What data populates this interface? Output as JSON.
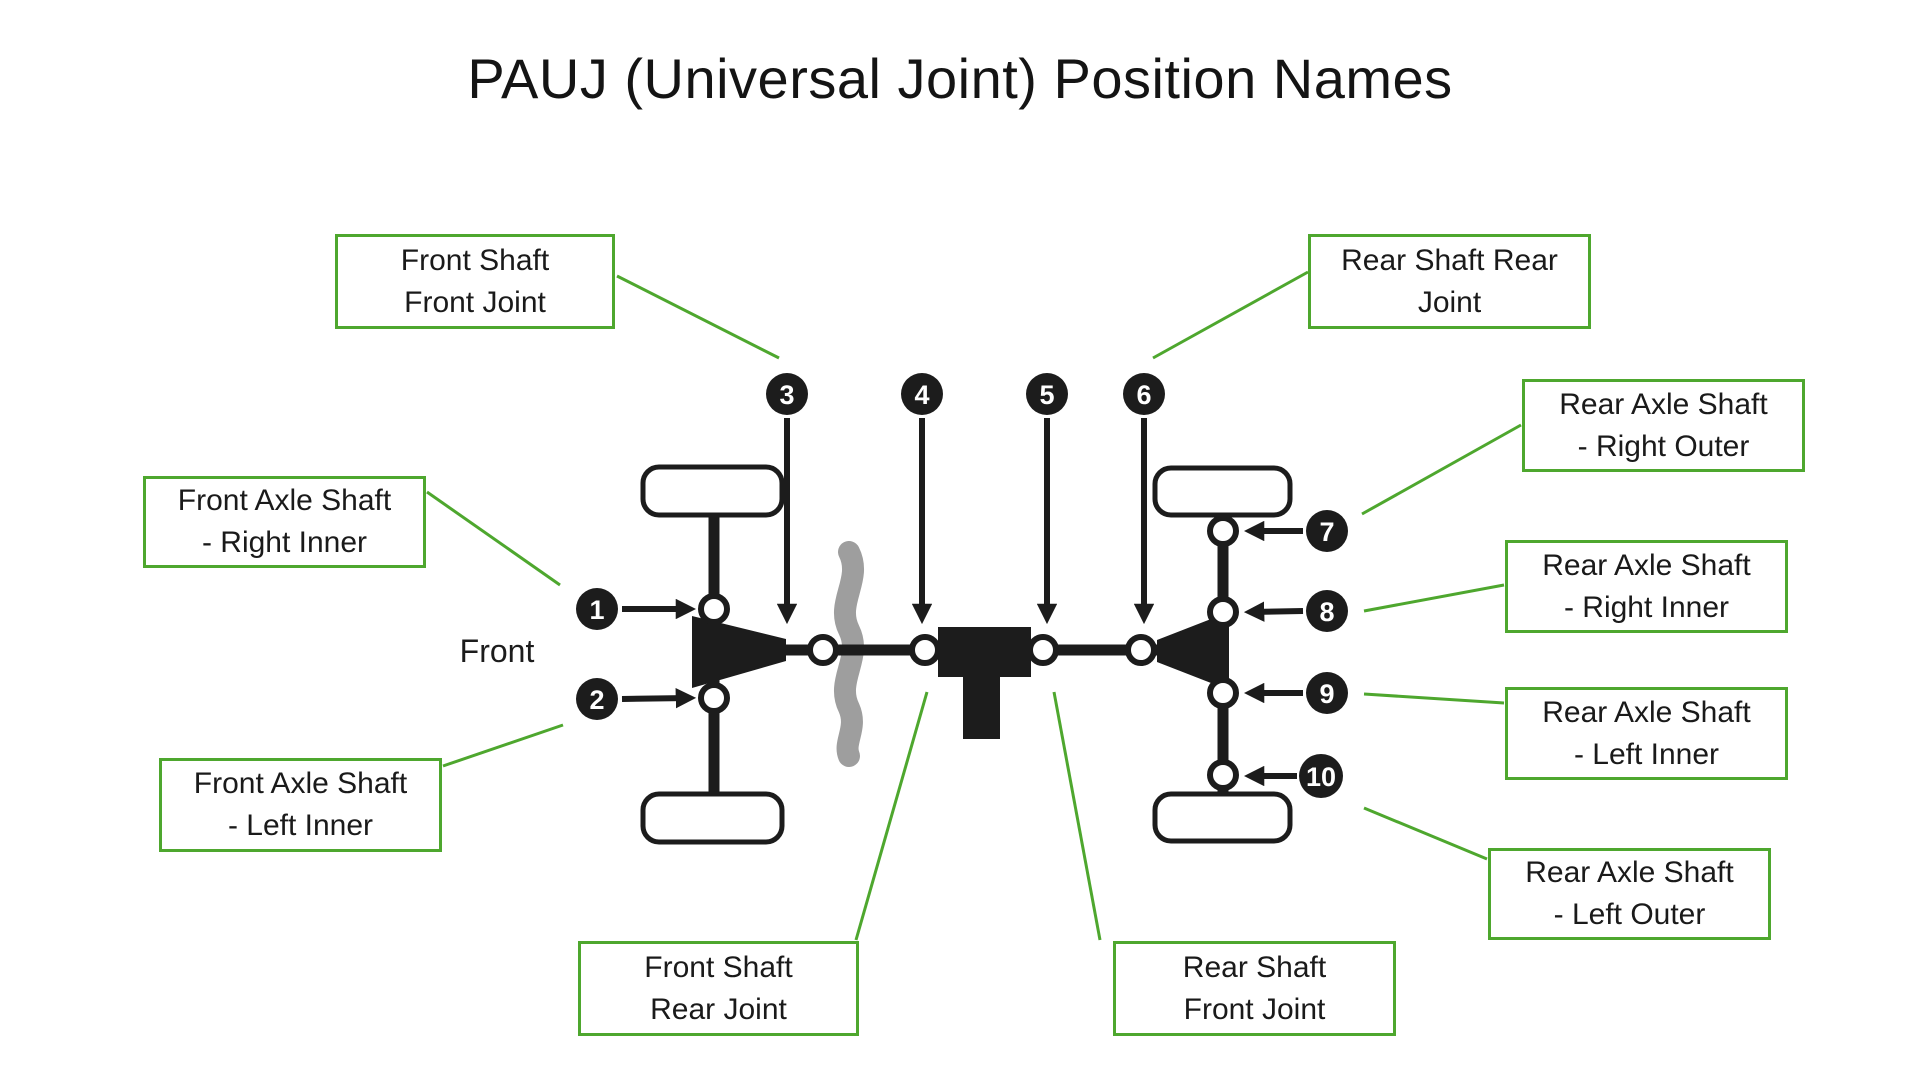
{
  "title": "PAUJ (Universal Joint) Position Names",
  "front_label": "Front",
  "colors": {
    "accent_green": "#4ea72e",
    "diagram_black": "#1c1c1c",
    "transmission_gray": "#9e9e9e",
    "background": "#ffffff"
  },
  "labels": [
    {
      "id": "front-shaft-front-joint",
      "line1": "Front Shaft",
      "line2": "Front Joint"
    },
    {
      "id": "rear-shaft-rear-joint",
      "line1": "Rear Shaft Rear",
      "line2": "Joint"
    },
    {
      "id": "rear-axle-shaft-right-outer",
      "line1": "Rear Axle Shaft",
      "line2": "- Right Outer"
    },
    {
      "id": "front-axle-shaft-right-inner",
      "line1": "Front Axle Shaft",
      "line2": "- Right Inner"
    },
    {
      "id": "rear-axle-shaft-right-inner",
      "line1": "Rear Axle Shaft",
      "line2": "- Right Inner"
    },
    {
      "id": "rear-axle-shaft-left-inner",
      "line1": "Rear Axle Shaft",
      "line2": "- Left Inner"
    },
    {
      "id": "front-axle-shaft-left-inner",
      "line1": "Front Axle Shaft",
      "line2": "- Left Inner"
    },
    {
      "id": "rear-axle-shaft-left-outer",
      "line1": "Rear Axle Shaft",
      "line2": "- Left Outer"
    },
    {
      "id": "front-shaft-rear-joint",
      "line1": "Front Shaft",
      "line2": "Rear Joint"
    },
    {
      "id": "rear-shaft-front-joint",
      "line1": "Rear Shaft",
      "line2": "Front Joint"
    }
  ],
  "markers": [
    {
      "number": "1"
    },
    {
      "number": "2"
    },
    {
      "number": "3"
    },
    {
      "number": "4"
    },
    {
      "number": "5"
    },
    {
      "number": "6"
    },
    {
      "number": "7"
    },
    {
      "number": "8"
    },
    {
      "number": "9"
    },
    {
      "number": "10"
    }
  ]
}
